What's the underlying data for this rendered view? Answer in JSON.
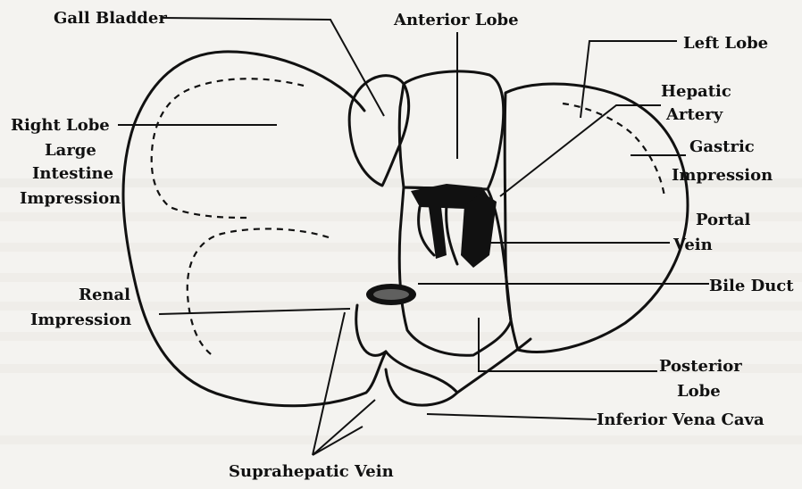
{
  "labels": {
    "gall_bladder": "Gall Bladder",
    "anterior_lobe": "Anterior Lobe",
    "left_lobe": "Left Lobe",
    "hepatic_artery_1": "Hepatic",
    "hepatic_artery_2": "Artery",
    "right_lobe": "Right Lobe",
    "large_intestine_1": "Large",
    "large_intestine_2": "Intestine",
    "large_intestine_3": "Impression",
    "gastric_1": "Gastric",
    "gastric_2": "Impression",
    "portal_vein_1": "Portal",
    "portal_vein_2": "Vein",
    "renal_1": "Renal",
    "renal_2": "Impression",
    "bile_duct": "Bile Duct",
    "posterior_lobe_1": "Posterior",
    "posterior_lobe_2": "Lobe",
    "inferior_vena_cava": "Inferior Vena Cava",
    "suprahepatic_vein": "Suprahepatic Vein"
  },
  "colors": {
    "ink": "#111111",
    "paper": "#f4f3f0"
  }
}
